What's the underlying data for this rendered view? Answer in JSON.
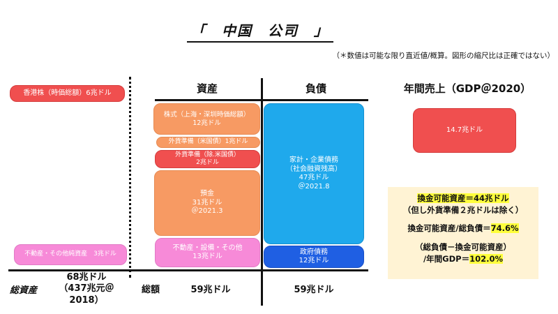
{
  "title": "「　中国　公司　」",
  "note": "（＊数値は可能な限り直近値/概算。図形の縮尺比は正確ではない）",
  "headers": {
    "assets": "資産",
    "liabilities": "負債",
    "revenue": "年間売上（GDP＠2020）"
  },
  "left": {
    "hk_stock": "香港株（時価総額）6兆ドル",
    "real_estate_other": "不動産・その他純資産　3兆ドル",
    "total_label": "総資産",
    "total_value": "68兆ドル\n（437兆元＠\n2018）"
  },
  "assets": [
    {
      "label": "株式（上海・深圳時価総額）\n12兆ドル",
      "color": "orange"
    },
    {
      "label": "外貨準備（米国債）1兆ドル",
      "color": "orange"
    },
    {
      "label": "外貨準備（除.米国債）\n2兆ドル",
      "color": "red"
    },
    {
      "label": "預金\n31兆ドル\n＠2021.3",
      "color": "orange"
    },
    {
      "label": "不動産・設備・その他\n13兆ドル",
      "color": "pink"
    }
  ],
  "liabilities": [
    {
      "label": "家計・企業債務\n（社会融資残高）\n47兆ドル\n＠2021.8",
      "color": "cyan"
    },
    {
      "label": "政府債務\n12兆ドル",
      "color": "blue"
    }
  ],
  "revenue_box": "14.7兆ドル",
  "totals": {
    "label": "総額",
    "assets": "59兆ドル",
    "liabilities": "59兆ドル"
  },
  "summary": {
    "line1": "換金可能資産＝44兆ドル",
    "line2": "（但し外貨準備２兆ドルは除く）",
    "line3_pre": "換金可能資産/総負債＝",
    "line3_val": "74.6%",
    "line4": "（総負債－換金可能資産）",
    "line5_pre": "/年間GDP＝",
    "line5_val": "102.0%"
  }
}
